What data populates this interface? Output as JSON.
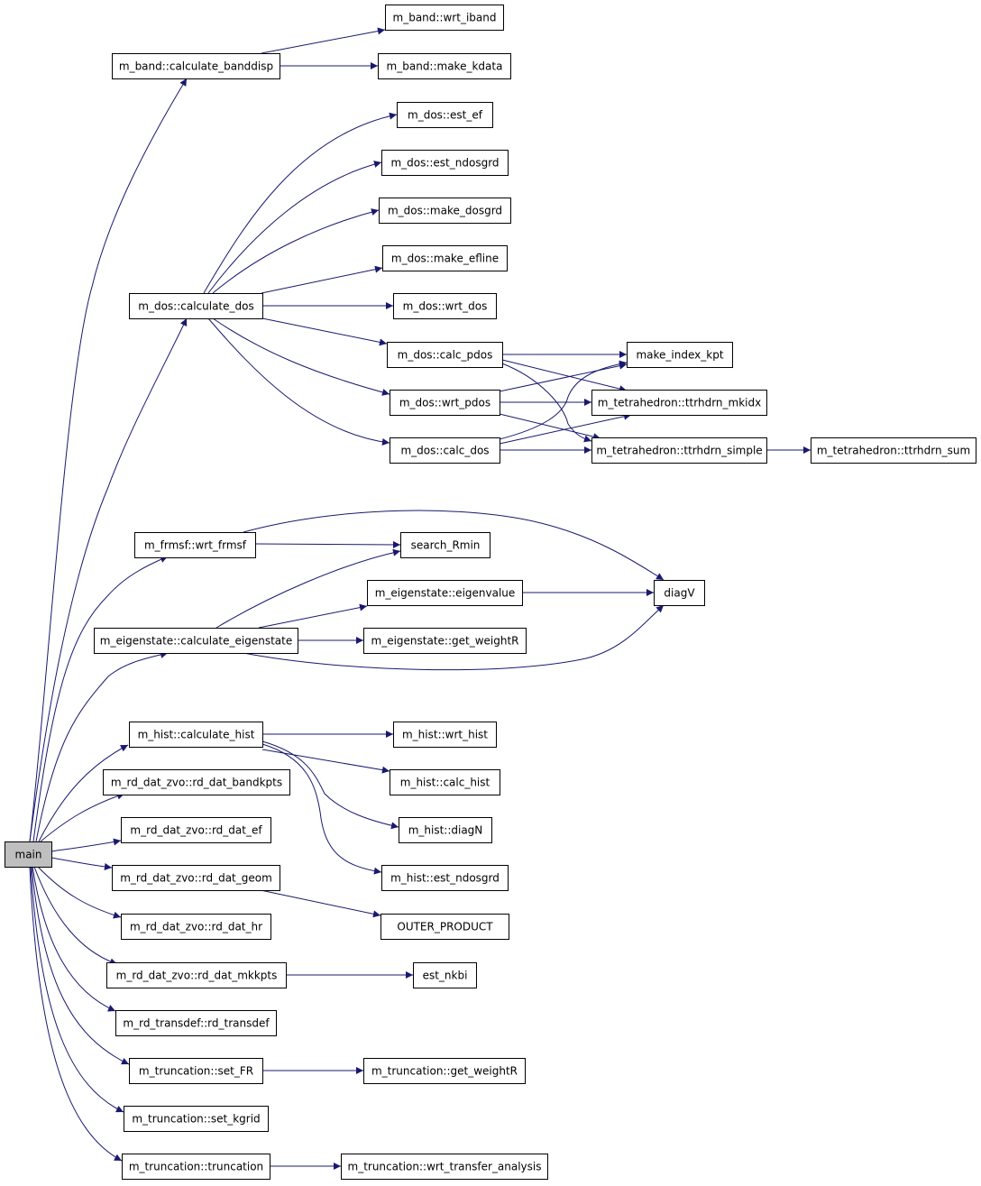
{
  "graph": {
    "colors": {
      "edge": "#191970",
      "box_border": "#000000",
      "root_fill": "#bfbfbf",
      "node_fill": "#ffffff"
    },
    "nodes": [
      {
        "id": "main",
        "label": "main",
        "root": true
      },
      {
        "id": "band_calc",
        "label": "m_band::calculate_banddisp"
      },
      {
        "id": "band_wrt_iband",
        "label": "m_band::wrt_iband"
      },
      {
        "id": "band_make_kdata",
        "label": "m_band::make_kdata"
      },
      {
        "id": "dos_est_ef",
        "label": "m_dos::est_ef"
      },
      {
        "id": "dos_est_ndosgrd",
        "label": "m_dos::est_ndosgrd"
      },
      {
        "id": "dos_make_dosgrd",
        "label": "m_dos::make_dosgrd"
      },
      {
        "id": "dos_make_efline",
        "label": "m_dos::make_efline"
      },
      {
        "id": "dos_calc",
        "label": "m_dos::calculate_dos"
      },
      {
        "id": "dos_wrt_dos",
        "label": "m_dos::wrt_dos"
      },
      {
        "id": "dos_calc_pdos",
        "label": "m_dos::calc_pdos"
      },
      {
        "id": "make_index_kpt",
        "label": "make_index_kpt"
      },
      {
        "id": "dos_wrt_pdos",
        "label": "m_dos::wrt_pdos"
      },
      {
        "id": "tet_mkidx",
        "label": "m_tetrahedron::ttrhdrn_mkidx"
      },
      {
        "id": "dos_calc_dos",
        "label": "m_dos::calc_dos"
      },
      {
        "id": "tet_simple",
        "label": "m_tetrahedron::ttrhdrn_simple"
      },
      {
        "id": "tet_sum",
        "label": "m_tetrahedron::ttrhdrn_sum"
      },
      {
        "id": "frmsf_wrt",
        "label": "m_frmsf::wrt_frmsf"
      },
      {
        "id": "search_rmin",
        "label": "search_Rmin"
      },
      {
        "id": "eig_eigenvalue",
        "label": "m_eigenstate::eigenvalue"
      },
      {
        "id": "diagv",
        "label": "diagV"
      },
      {
        "id": "eig_calc",
        "label": "m_eigenstate::calculate_eigenstate"
      },
      {
        "id": "eig_weightr",
        "label": "m_eigenstate::get_weightR"
      },
      {
        "id": "hist_calc",
        "label": "m_hist::calculate_hist"
      },
      {
        "id": "hist_wrt",
        "label": "m_hist::wrt_hist"
      },
      {
        "id": "rd_bandkpts",
        "label": "m_rd_dat_zvo::rd_dat_bandkpts"
      },
      {
        "id": "hist_calc_hist",
        "label": "m_hist::calc_hist"
      },
      {
        "id": "rd_ef",
        "label": "m_rd_dat_zvo::rd_dat_ef"
      },
      {
        "id": "hist_diagn",
        "label": "m_hist::diagN"
      },
      {
        "id": "rd_geom",
        "label": "m_rd_dat_zvo::rd_dat_geom"
      },
      {
        "id": "hist_est_ndosgrd",
        "label": "m_hist::est_ndosgrd"
      },
      {
        "id": "rd_hr",
        "label": "m_rd_dat_zvo::rd_dat_hr"
      },
      {
        "id": "outer_product",
        "label": "OUTER_PRODUCT"
      },
      {
        "id": "rd_mkkpts",
        "label": "m_rd_dat_zvo::rd_dat_mkkpts"
      },
      {
        "id": "est_nkbi",
        "label": "est_nkbi"
      },
      {
        "id": "rd_transdef",
        "label": "m_rd_transdef::rd_transdef"
      },
      {
        "id": "trunc_set_fr",
        "label": "m_truncation::set_FR"
      },
      {
        "id": "trunc_weightr",
        "label": "m_truncation::get_weightR"
      },
      {
        "id": "trunc_set_kgrid",
        "label": "m_truncation::set_kgrid"
      },
      {
        "id": "trunc_truncation",
        "label": "m_truncation::truncation"
      },
      {
        "id": "trunc_wrt_transfer",
        "label": "m_truncation::wrt_transfer_analysis"
      }
    ],
    "edges": [
      {
        "from": "main",
        "to": "band_calc"
      },
      {
        "from": "main",
        "to": "dos_calc"
      },
      {
        "from": "main",
        "to": "frmsf_wrt"
      },
      {
        "from": "main",
        "to": "eig_calc"
      },
      {
        "from": "main",
        "to": "hist_calc"
      },
      {
        "from": "main",
        "to": "rd_bandkpts"
      },
      {
        "from": "main",
        "to": "rd_ef"
      },
      {
        "from": "main",
        "to": "rd_geom"
      },
      {
        "from": "main",
        "to": "rd_hr"
      },
      {
        "from": "main",
        "to": "rd_mkkpts"
      },
      {
        "from": "main",
        "to": "rd_transdef"
      },
      {
        "from": "main",
        "to": "trunc_set_fr"
      },
      {
        "from": "main",
        "to": "trunc_set_kgrid"
      },
      {
        "from": "main",
        "to": "trunc_truncation"
      },
      {
        "from": "band_calc",
        "to": "band_wrt_iband"
      },
      {
        "from": "band_calc",
        "to": "band_make_kdata"
      },
      {
        "from": "dos_calc",
        "to": "dos_est_ef"
      },
      {
        "from": "dos_calc",
        "to": "dos_est_ndosgrd"
      },
      {
        "from": "dos_calc",
        "to": "dos_make_dosgrd"
      },
      {
        "from": "dos_calc",
        "to": "dos_make_efline"
      },
      {
        "from": "dos_calc",
        "to": "dos_wrt_dos"
      },
      {
        "from": "dos_calc",
        "to": "dos_calc_pdos"
      },
      {
        "from": "dos_calc",
        "to": "dos_wrt_pdos"
      },
      {
        "from": "dos_calc",
        "to": "dos_calc_dos"
      },
      {
        "from": "dos_calc_pdos",
        "to": "make_index_kpt"
      },
      {
        "from": "dos_calc_pdos",
        "to": "tet_mkidx"
      },
      {
        "from": "dos_calc_pdos",
        "to": "tet_simple"
      },
      {
        "from": "dos_wrt_pdos",
        "to": "make_index_kpt"
      },
      {
        "from": "dos_wrt_pdos",
        "to": "tet_mkidx"
      },
      {
        "from": "dos_wrt_pdos",
        "to": "tet_simple"
      },
      {
        "from": "dos_calc_dos",
        "to": "make_index_kpt"
      },
      {
        "from": "dos_calc_dos",
        "to": "tet_mkidx"
      },
      {
        "from": "dos_calc_dos",
        "to": "tet_simple"
      },
      {
        "from": "tet_simple",
        "to": "tet_sum"
      },
      {
        "from": "frmsf_wrt",
        "to": "search_rmin"
      },
      {
        "from": "frmsf_wrt",
        "to": "diagv"
      },
      {
        "from": "eig_calc",
        "to": "search_rmin"
      },
      {
        "from": "eig_calc",
        "to": "eig_eigenvalue"
      },
      {
        "from": "eig_calc",
        "to": "eig_weightr"
      },
      {
        "from": "eig_calc",
        "to": "diagv"
      },
      {
        "from": "eig_eigenvalue",
        "to": "diagv"
      },
      {
        "from": "hist_calc",
        "to": "hist_wrt"
      },
      {
        "from": "hist_calc",
        "to": "hist_calc_hist"
      },
      {
        "from": "hist_calc",
        "to": "hist_diagn"
      },
      {
        "from": "hist_calc",
        "to": "hist_est_ndosgrd"
      },
      {
        "from": "rd_geom",
        "to": "outer_product"
      },
      {
        "from": "rd_mkkpts",
        "to": "est_nkbi"
      },
      {
        "from": "trunc_set_fr",
        "to": "trunc_weightr"
      },
      {
        "from": "trunc_truncation",
        "to": "trunc_wrt_transfer"
      }
    ]
  }
}
